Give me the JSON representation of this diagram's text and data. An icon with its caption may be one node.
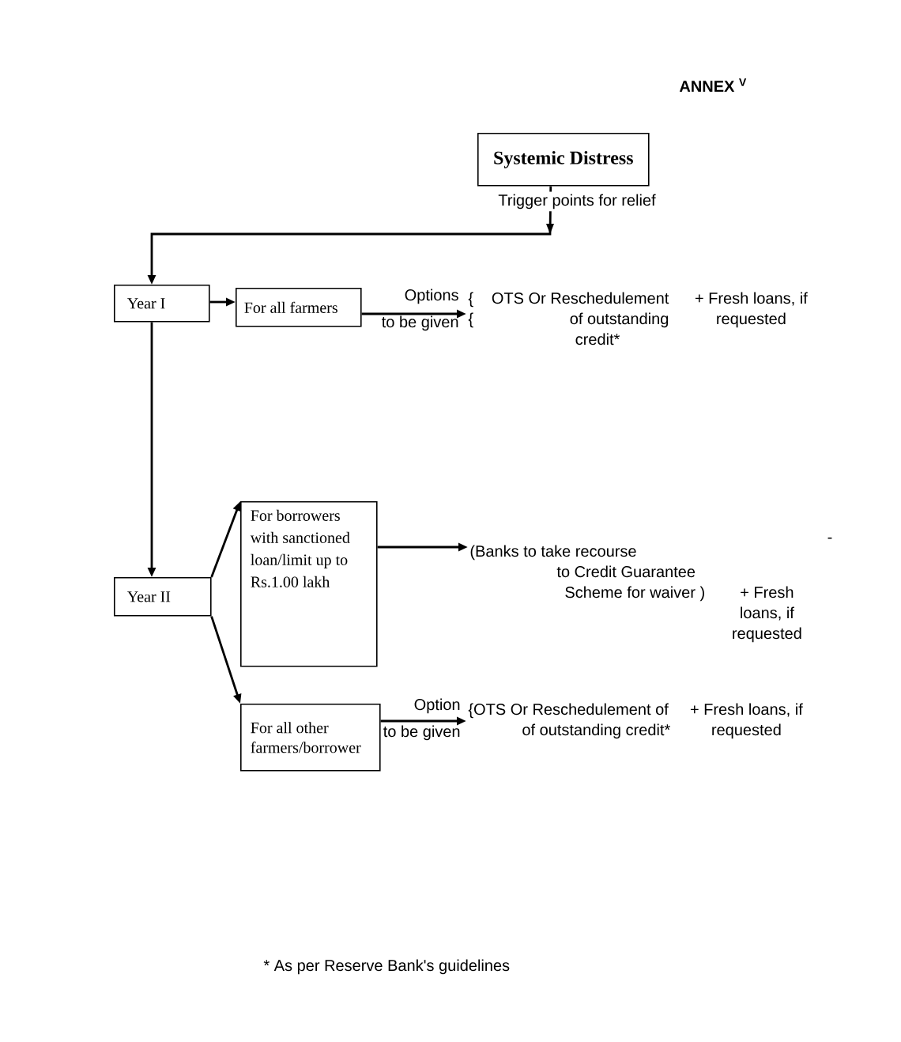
{
  "diagram": {
    "title": "ANNEX $^{V}$",
    "nodes": [
      {
        "text": [
          "Systemic Distress"
        ]
      },
      {
        "text": [
          "Year I"
        ]
      },
      {
        "text": [
          "For all farmers"
        ]
      },
      {
        "text": [
          "{ {",
          "OTS Or Reschedulement of outstanding credit*",
          "+ Fresh loans, if requested"
        ]
      },
      {
        "text": [
          "Year II"
        ]
      },
      {
        "text": [
          "For borrowers with sanctioned loan/limit up to Rs.1.00 lakh"
        ]
      },
      {
        "text": [
          "For all other farmers/borrower"
        ]
      },
      {
        "text": [
          "(Banks to take recourse to Credit Guarantee Scheme for waiver )",
          "+ Fresh loans, if requested"
        ]
      },
      {
        "text": [
          "{OTS Or Reschedulement of of outstanding credit*",
          "+ Fresh loans, if requested"
        ]
      }
    ],
    "edges": [
      {
        "from": 0,
        "to": 1,
        "arrow": "to",
        "label": "Trigger points for relief"
      },
      {
        "from": 1,
        "to": 2,
        "arrow": "to"
      },
      {
        "from": 2,
        "to": 3,
        "arrow": "to",
        "label": "Options to be given"
      },
      {
        "from": 1,
        "to": 4,
        "arrow": "to"
      },
      {
        "from": 4,
        "to": 5,
        "arrow": "to"
      },
      {
        "from": 4,
        "to": 6,
        "arrow": "to"
      },
      {
        "from": 5,
        "to": 7,
        "arrow": "to"
      },
      {
        "from": 6,
        "to": 8,
        "arrow": "to",
        "label": "Option to be given"
      }
    ],
    "labels": [
      "-",
      "* As per Reserve Bank's guidelines"
    ]
  }
}
